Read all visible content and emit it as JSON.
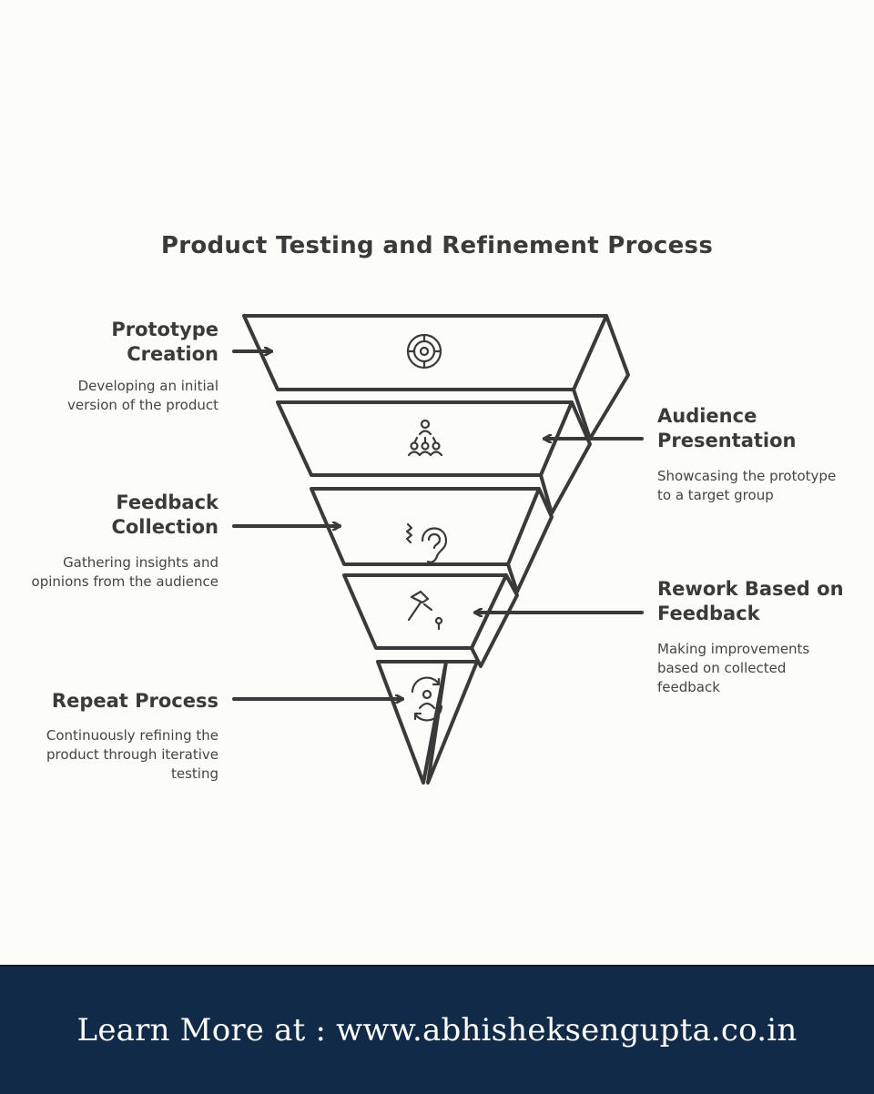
{
  "title": "Product Testing and Refinement Process",
  "stages": [
    {
      "heading": "Prototype Creation",
      "description": "Developing an initial version of the product",
      "icon": "target-icon"
    },
    {
      "heading": "Audience Presentation",
      "description": "Showcasing the prototype to a target group",
      "icon": "audience-icon"
    },
    {
      "heading": "Feedback Collection",
      "description": "Gathering insights and opinions from the audience",
      "icon": "ear-icon"
    },
    {
      "heading": "Rework Based on Feedback",
      "description": "Making improvements based on collected feedback",
      "icon": "hammer-icon"
    },
    {
      "heading": "Repeat Process",
      "description": "Continuously refining the product through iterative testing",
      "icon": "refresh-user-icon"
    }
  ],
  "footer": {
    "text": "Learn More at : www.abhisheksengupta.co.in"
  },
  "colors": {
    "stroke": "#3a3a3a",
    "background": "#fcfcf8",
    "footer": "#102a47"
  }
}
